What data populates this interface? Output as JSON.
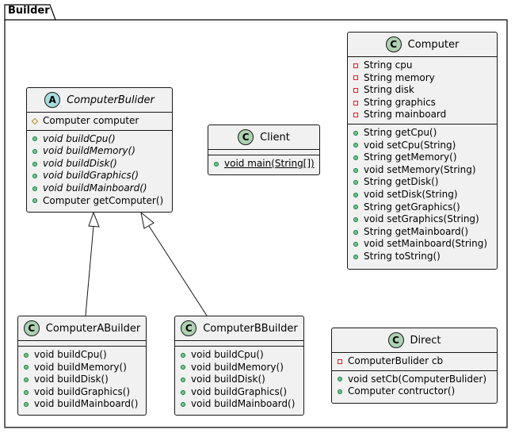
{
  "package": {
    "name": "Builder"
  },
  "classes": {
    "computer": {
      "name": "Computer",
      "badge": "C",
      "fields": [
        "String cpu",
        "String memory",
        "String disk",
        "String graphics",
        "String mainboard"
      ],
      "methods": [
        "String getCpu()",
        "void setCpu(String)",
        "String getMemory()",
        "void setMemory(String)",
        "String getDisk()",
        "void setDisk(String)",
        "String getGraphics()",
        "void setGraphics(String)",
        "String getMainboard()",
        "void setMainboard(String)",
        "String toString()"
      ]
    },
    "computer_bulider": {
      "name": "ComputerBulider",
      "badge": "A",
      "fields": [
        "Computer computer"
      ],
      "abstract_methods": [
        "void buildCpu()",
        "void buildMemory()",
        "void buildDisk()",
        "void buildGraphics()",
        "void buildMainboard()"
      ],
      "methods": [
        "Computer getComputer()"
      ]
    },
    "client": {
      "name": "Client",
      "badge": "C",
      "static_methods": [
        "void main(String[])"
      ]
    },
    "computer_a_builder": {
      "name": "ComputerABuilder",
      "badge": "C",
      "methods": [
        "void buildCpu()",
        "void buildMemory()",
        "void buildDisk()",
        "void buildGraphics()",
        "void buildMainboard()"
      ]
    },
    "computer_b_builder": {
      "name": "ComputerBBuilder",
      "badge": "C",
      "methods": [
        "void buildCpu()",
        "void buildMemory()",
        "void buildDisk()",
        "void buildGraphics()",
        "void buildMainboard()"
      ]
    },
    "direct": {
      "name": "Direct",
      "badge": "C",
      "fields": [
        "ComputerBulider cb"
      ],
      "methods": [
        "void setCb(ComputerBulider)",
        "Computer contructor()"
      ]
    }
  },
  "colors": {
    "class_bg": "#f1f1f1",
    "border": "#181818",
    "class_badge": "#add1b2",
    "abstract_badge": "#a9dcdf"
  }
}
